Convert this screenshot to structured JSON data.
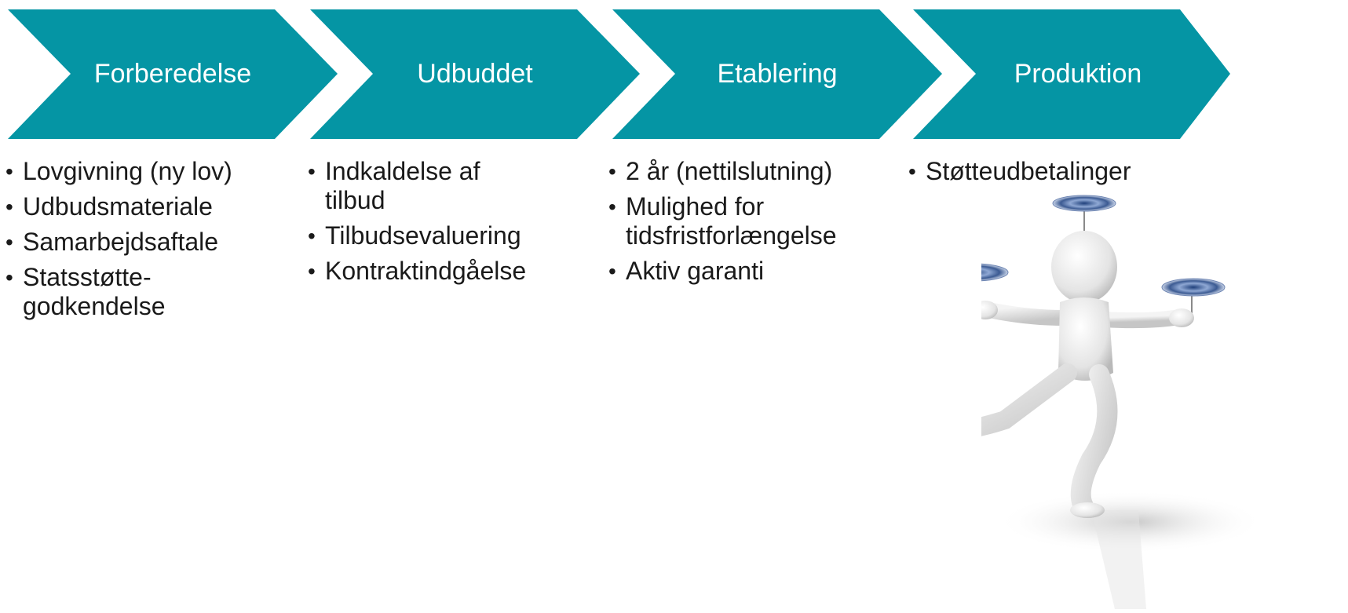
{
  "colors": {
    "chevron_fill": "#0595a4",
    "chevron_label": "#ffffff",
    "bullet_text": "#1a1a1a"
  },
  "stages": [
    {
      "label": "Forberedelse",
      "items": [
        "Lovgivning (ny lov)",
        "Udbudsmateriale",
        "Samarbejdsaftale",
        "Statsstøtte-\ngodkendelse"
      ]
    },
    {
      "label": "Udbuddet",
      "items": [
        "Indkaldelse af\ntilbud",
        "Tilbudsevaluering",
        "Kontraktindgåelse"
      ]
    },
    {
      "label": "Etablering",
      "items": [
        "2 år (nettilslutning)",
        "Mulighed for\ntidsfristforlængelse",
        "Aktiv garanti"
      ]
    },
    {
      "label": "Produktion",
      "items": [
        "Støtteudbetalinger"
      ]
    }
  ],
  "illustration": "stick-figure-spinning-plates"
}
